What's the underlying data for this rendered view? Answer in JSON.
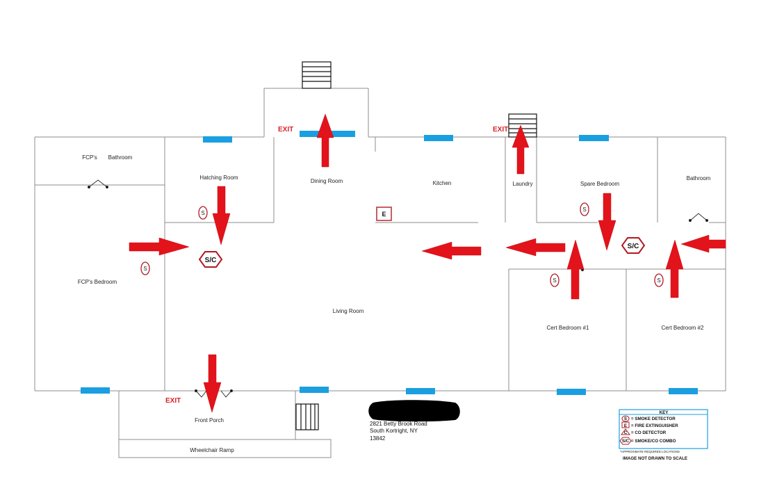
{
  "rooms": {
    "fcp_label": "FCP's",
    "bathroom_1": "Bathroom",
    "hatching_room": "Hatching Room",
    "dining_room": "Dining Room",
    "kitchen": "Kitchen",
    "laundry": "Laundry",
    "spare_bedroom": "Spare Bedroom",
    "bathroom_2": "Bathroom",
    "fcp_bedroom": "FCP's Bedroom",
    "living_room": "Living Room",
    "cert_bedroom_1": "Cert Bedroom #1",
    "cert_bedroom_2": "Cert Bedroom #2",
    "front_porch": "Front Porch",
    "wheelchair_ramp": "Wheelchair Ramp"
  },
  "exits": {
    "dining": "EXIT",
    "laundry": "EXIT",
    "front": "EXIT"
  },
  "markers": {
    "smoke_letter": "S",
    "extinguisher_letter": "E",
    "combo_letter": "S/C"
  },
  "address": {
    "line1": "2821 Betty Brook Road",
    "line2": "South Kortright, NY",
    "line3": "13842"
  },
  "key": {
    "title": "KEY",
    "items": [
      {
        "symbol": "S",
        "label": "=    SMOKE DETECTOR"
      },
      {
        "symbol": "E",
        "label": "=    FIRE EXTINGUISHER"
      },
      {
        "symbol": "C",
        "label": "=    CO  DETECTOR"
      },
      {
        "symbol": "S/C",
        "label": "=    SMOKE/CO COMBO"
      }
    ],
    "note": "*APPROXIMATE REQUIRED LOCATIONS",
    "note2": "IMAGE NOT DRAWN TO SCALE"
  },
  "colors": {
    "arrow": "#e3131b",
    "window": "#1a9fe0",
    "exit_text": "#d3232a",
    "detector": "#b01a22"
  }
}
